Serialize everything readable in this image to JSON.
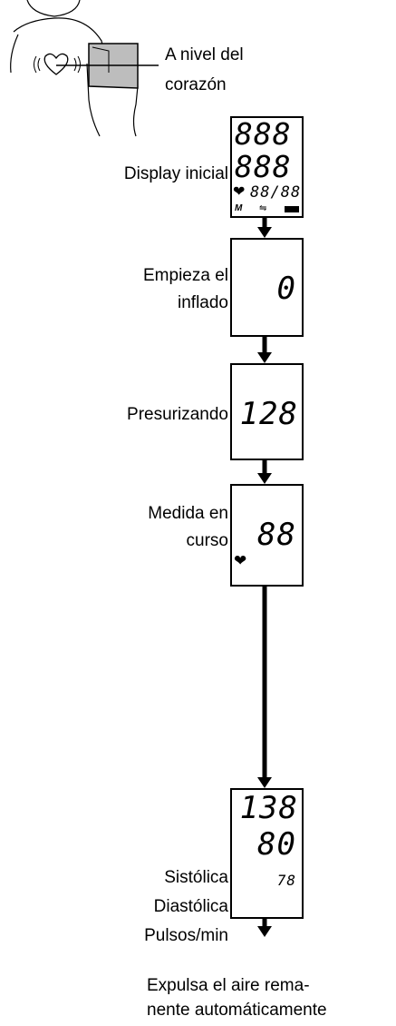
{
  "heart_label": {
    "line1": "A nivel del",
    "line2": "corazón"
  },
  "steps": [
    {
      "label_lines": [
        "Display inicial"
      ],
      "display": {
        "top": "888",
        "mid": "888",
        "small": "88/88",
        "mem": "M"
      }
    },
    {
      "label_lines": [
        "Empieza el",
        "inflado"
      ],
      "display": {
        "value": "0"
      }
    },
    {
      "label_lines": [
        "Presurizando"
      ],
      "display": {
        "value": "128"
      }
    },
    {
      "label_lines": [
        "Medida en",
        "curso"
      ],
      "display": {
        "value": "88"
      }
    }
  ],
  "result": {
    "display": {
      "systolic": "138",
      "diastolic": "80",
      "pulse": "78"
    },
    "labels": [
      "Sistólica",
      "Diastólica",
      "Pulsos/min"
    ]
  },
  "footer": {
    "line1": "Expulsa el aire rema-",
    "line2": "nente automáticamente"
  }
}
